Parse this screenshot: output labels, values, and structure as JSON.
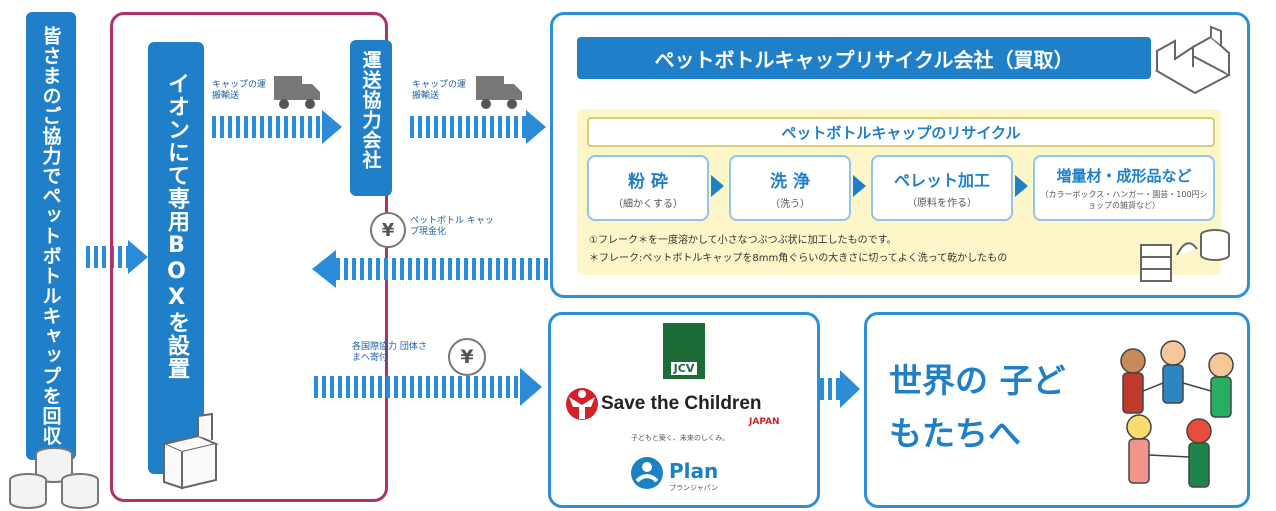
{
  "collect_label": "皆さまのご協力でペットボトルキャップを回収",
  "aeon_label": "イオンにて専用BOXを設置",
  "transport_label": "運送協力会社",
  "cap_transport_1": "キャップの運搬輸送",
  "cap_transport_2": "キャップの運搬輸送",
  "recycle_company_title": "ペットボトルキャップリサイクル会社（買取）",
  "recycle_subtitle": "ペットボトルキャップのリサイクル",
  "steps": [
    {
      "label": "粉 砕",
      "sub": "（細かくする）"
    },
    {
      "label": "洗 浄",
      "sub": "（洗う）"
    },
    {
      "label": "ペレット加工",
      "sub": "（原料を作る）"
    },
    {
      "label": "増量材・成形品など",
      "sub": "（カラーボックス・ハンガー・園芸・100円ショップの雑貨など）"
    }
  ],
  "note_1": "①フレーク＊を一度溶かして小さなつぶつぶ状に加工したものです。",
  "note_2": "＊フレーク:ペットボトルキャップを8mm角ぐらいの大きさに切ってよく洗って乾かしたもの",
  "cash_label": "ペットボトル キャップ現金化",
  "donation_label": "各国際協力 団体さまへ寄付",
  "yen_symbol": "¥",
  "orgs": {
    "jcv": "JCV",
    "save_children": "Save the Children",
    "save_children_sub": "JAPAN",
    "save_children_tagline": "子どもと築く、未来のしくみ。",
    "plan": "Plan",
    "plan_sub": "プランジャパン"
  },
  "world_children": "世界の 子どもたちへ",
  "colors": {
    "accent": "#1f7fc9",
    "frame": "#b0306a",
    "panel": "#fdf6c8"
  }
}
